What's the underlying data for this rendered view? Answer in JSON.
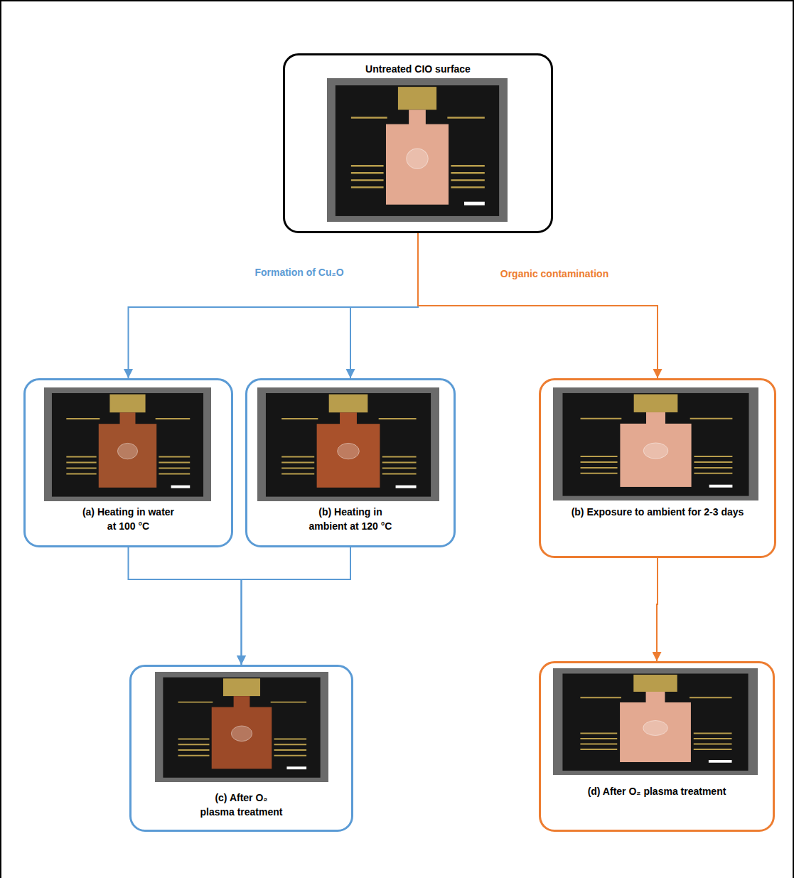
{
  "diagram": {
    "nodes": [
      {
        "text": [
          "Untreated CIO surface"
        ]
      },
      {
        "text": [
          "(a) Heating in water at 100 °C"
        ]
      },
      {
        "text": [
          "(b) Heating in ambient at 120 °C"
        ]
      },
      {
        "text": [
          "(b) Exposure to ambient for 2-3 days"
        ]
      },
      {
        "text": [
          "(c) After O₂ plasma treatment"
        ]
      },
      {
        "text": [
          "(d) After O₂ plasma treatment"
        ]
      }
    ],
    "edges": [
      {
        "from": 0,
        "to": 1,
        "arrow": "to",
        "label": "Formation of Cu₂O"
      },
      {
        "from": 0,
        "to": 2,
        "arrow": "to"
      },
      {
        "from": 0,
        "to": 3,
        "arrow": "to",
        "label": "Organic contamination"
      },
      {
        "from": 1,
        "to": 4,
        "arrow": "to"
      },
      {
        "from": 2,
        "to": 4,
        "arrow": "to"
      },
      {
        "from": 3,
        "to": 5,
        "arrow": "to"
      }
    ]
  }
}
